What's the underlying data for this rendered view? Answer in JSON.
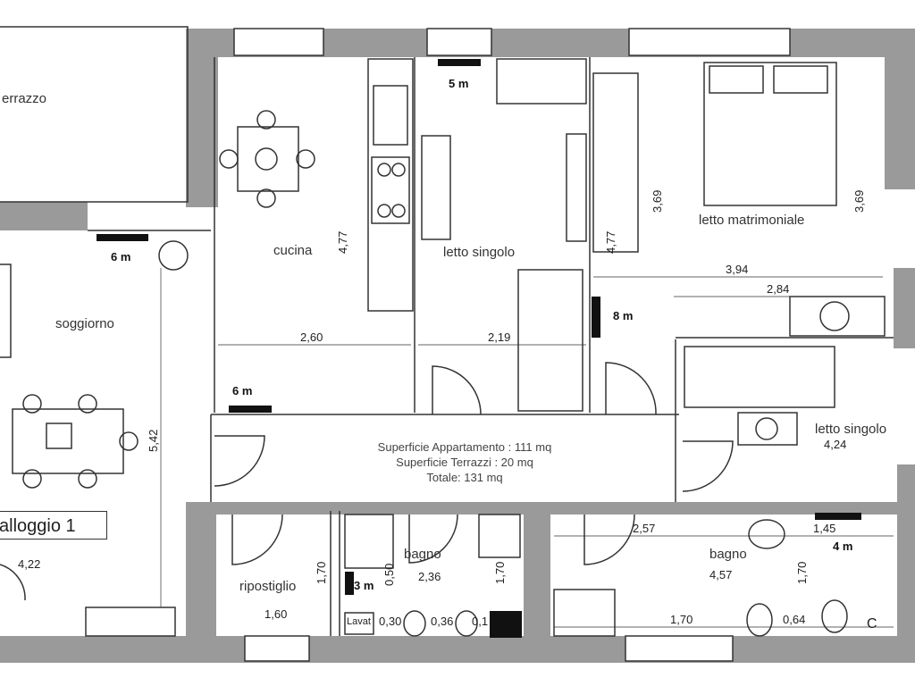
{
  "rooms": {
    "terrazzo": "errazzo",
    "soggiorno": "soggiorno",
    "cucina": "cucina",
    "letto_singolo_1": "letto singolo",
    "letto_matrimoniale": "letto matrimoniale",
    "letto_singolo_2": "letto singolo",
    "ripostiglio": "ripostiglio",
    "bagno_1": "bagno",
    "bagno_2": "bagno"
  },
  "dimensions": {
    "d_4_77_a": "4,77",
    "d_2_60": "2,60",
    "d_2_19": "2,19",
    "d_4_77_b": "4,77",
    "d_3_69_a": "3,69",
    "d_3_69_b": "3,69",
    "d_3_94": "3,94",
    "d_2_84": "2,84",
    "d_4_24": "4,24",
    "d_5_42": "5,42",
    "d_4_22": "4,22",
    "d_1_70_a": "1,70",
    "d_1_60": "1,60",
    "d_0_50": "0,50",
    "d_2_36": "2,36",
    "d_1_70_b": "1,70",
    "d_0_30": "0,30",
    "d_0_36": "0,36",
    "d_0_1": "0,1",
    "d_2_57": "2,57",
    "d_4_57": "4,57",
    "d_1_70_c": "1,70",
    "d_1_70_d": "1,70",
    "d_0_64": "0,64",
    "d_1_45": "1,45"
  },
  "meters": {
    "m5": "5 m",
    "m6_a": "6 m",
    "m6_b": "6 m",
    "m8": "8 m",
    "m3": "3 m",
    "m4": "4 m"
  },
  "summary": {
    "line1": "Superficie Appartamento : 111 mq",
    "line2": "Superficie Terrazzi : 20 mq",
    "line3": "Totale: 131 mq"
  },
  "unit_label": "alloggio 1",
  "lavat_label": "Lavat",
  "corner_label": "C",
  "colors": {
    "wall": "#9a9a9a",
    "line": "#333333",
    "background": "#ffffff"
  }
}
